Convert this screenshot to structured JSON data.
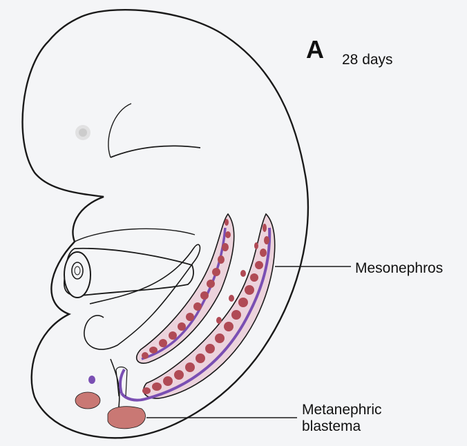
{
  "figure": {
    "panel_letter": "A",
    "stage": "28 days"
  },
  "labels": {
    "mesonephros": "Mesonephros",
    "metanephric_line1": "Metanephric",
    "metanephric_line2": "blastema"
  },
  "colors": {
    "background": "#f4f5f7",
    "outline": "#1a1a1a",
    "duct_purple": "#7a4fb3",
    "tubule_red": "#b04a55",
    "tissue_pink": "#ecd3dc",
    "blastema": "#c97874"
  }
}
